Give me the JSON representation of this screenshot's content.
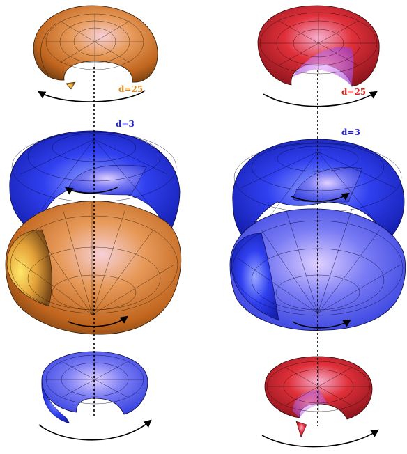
{
  "panels": [
    {
      "name": "left",
      "top_label": "d=25",
      "mid_label": "d=3",
      "colors": {
        "orange": "#d98a2b",
        "blue": "#1f2fe0",
        "top_cap": "orange",
        "upper_shell": "blue",
        "lower_shell": "orange",
        "bottom_cap": "blue"
      },
      "arrows": {
        "top": "counterclockwise",
        "upper": "counterclockwise",
        "lower": "clockwise",
        "bottom": "clockwise"
      }
    },
    {
      "name": "right",
      "top_label": "d=25",
      "mid_label": "d=3",
      "colors": {
        "red": "#c8202a",
        "blue": "#1f2fe0",
        "top_cap": "red",
        "upper_shell": "blue",
        "lower_shell": "blue",
        "bottom_cap": "red"
      },
      "arrows": {
        "top": "clockwise",
        "upper": "clockwise",
        "lower": "clockwise",
        "bottom": "clockwise"
      }
    }
  ],
  "label_colors": {
    "top_left": "#e08a20",
    "top_right": "#e0201a",
    "mid": "#1f1fd0"
  }
}
